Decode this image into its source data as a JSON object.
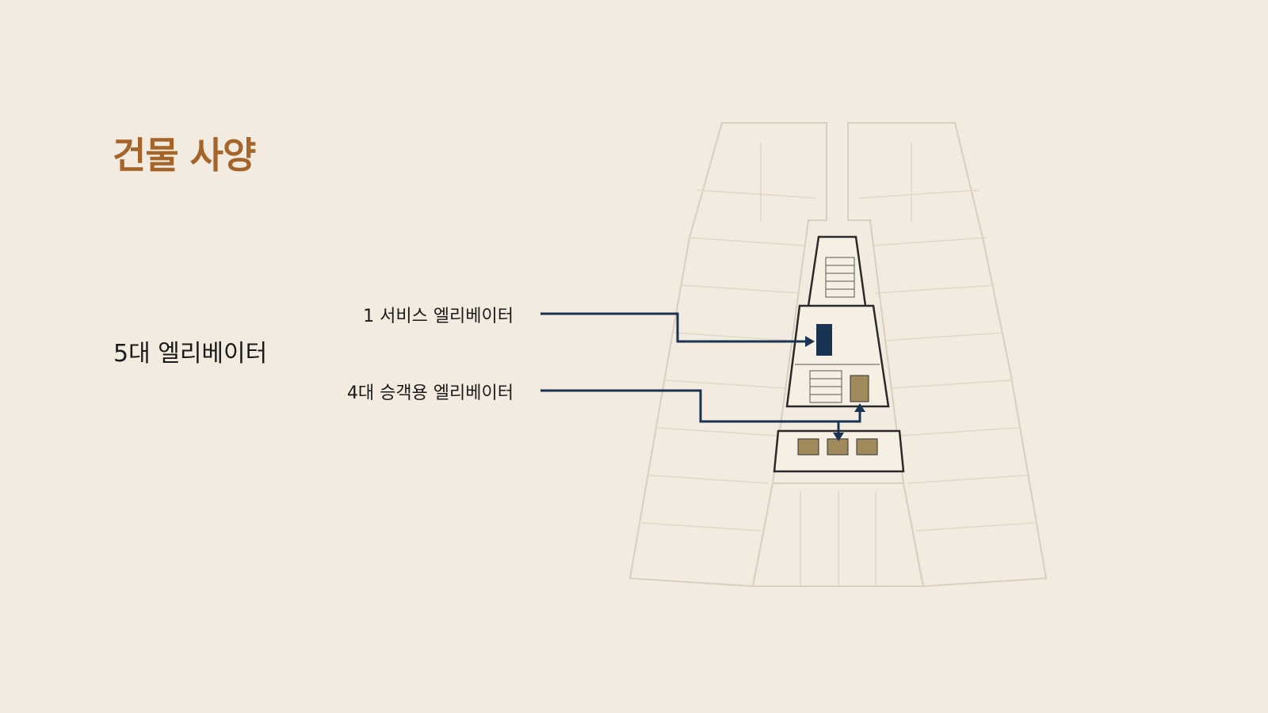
{
  "header": {
    "title": "건물 사양"
  },
  "summary": {
    "elevator_count_label": "5대 엘리베이터"
  },
  "callouts": [
    {
      "label": "1 서비스 엘리베이터"
    },
    {
      "label": "4대 승객용 엘리베이터"
    }
  ],
  "colors": {
    "title": "#a5652a",
    "line": "#1b3353",
    "service_elevator": "#1b3353",
    "passenger_elevator": "#a08a5c",
    "background": "#f3ebdf"
  }
}
